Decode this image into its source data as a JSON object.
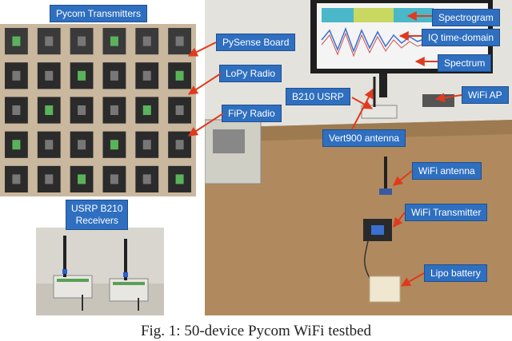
{
  "left_panel": {
    "title": "Pycom Transmitters",
    "receivers_title": "USRP B210\nReceivers"
  },
  "right_panel": {
    "labels": {
      "spectrogram": "Spectrogram",
      "iq_time_domain": "IQ time-domain",
      "spectrum": "Spectrum",
      "pysense_board": "PySense Board",
      "lopy_radio": "LoPy Radio",
      "fipy_radio": "FiPy Radio",
      "b210_usrp": "B210 USRP",
      "vert900_antenna": "Vert900 antenna",
      "wifi_ap": "WiFi AP",
      "wifi_antenna": "WiFi antenna",
      "wifi_transmitter": "WiFi Transmitter",
      "lipo_battery": "Lipo battery"
    }
  },
  "caption": "Fig. 1: 50-device Pycom WiFi testbed",
  "colors": {
    "label_bg": "#2f6fc0",
    "arrow": "#e03a1e"
  }
}
